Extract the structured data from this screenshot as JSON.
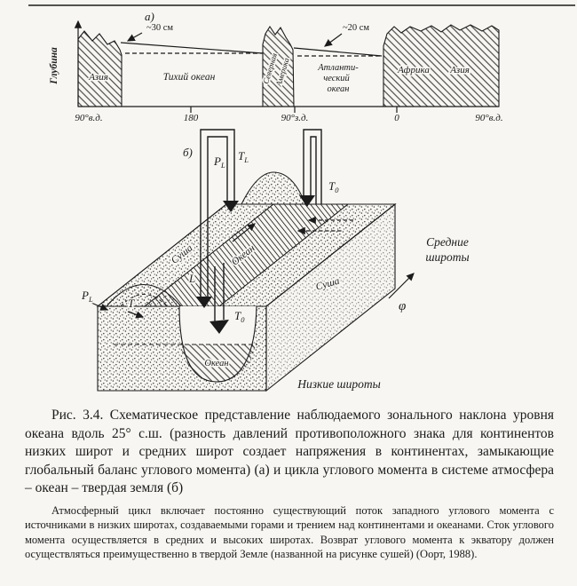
{
  "figure": {
    "panel_a": {
      "label": "а)",
      "y_axis": "Глубина",
      "asia_left": "Азия",
      "pacific": "Тихий океан",
      "north_america_1": "Северная",
      "north_america_2": "Америка",
      "atlantic_line1": "Атланти-",
      "atlantic_line2": "ческий",
      "atlantic_line3": "океан",
      "africa": "Африка",
      "asia_right": "Азия",
      "ann_pacific": "~30 см",
      "ann_atlantic": "~20 см",
      "x_ticks": [
        "90°в.д.",
        "180",
        "90°з.д.",
        "0",
        "90°в.д."
      ]
    },
    "panel_b": {
      "label": "б)",
      "land_left": "Суша",
      "ocean_top": "Океан",
      "land_right": "Суша",
      "ocean_front": "Океан",
      "mid_lat_line1": "Средние",
      "mid_lat_line2": "широты",
      "low_lat": "Низкие широты",
      "phi": "φ",
      "sym": {
        "pl_top": {
          "m": "P",
          "s": "L"
        },
        "tl_top": {
          "m": "T",
          "s": "L"
        },
        "t0_top": {
          "m": "T",
          "s": "0"
        },
        "t0_basin": {
          "m": "T",
          "s": "0"
        },
        "pl_low": {
          "m": "P",
          "s": "L"
        },
        "t_low": {
          "m": "T",
          "s": ""
        },
        "l_side": {
          "m": "L",
          "s": ""
        }
      }
    }
  },
  "caption": {
    "text": "Рис. 3.4. Схематическое представление наблюдаемого зонального наклона уровня океана вдоль 25° с.ш. (разность давлений противоположного знака для континентов низких широт и средних широт создает напряжения в континентах, замыкающие глобальный баланс углового момента) (а) и цикла углового момента в системе атмосфера – океан – твердая земля (б)"
  },
  "note": {
    "text": "Атмосферный цикл включает постоянно существующий поток западного углового момента с источниками в низких широтах, создаваемыми горами и трением над континентами и океанами. Сток углового момента осуществляется в средних и высоких широтах. Возврат углового момента к экватору должен осуществляться преимущественно в твердой Земле (названной на рисунке сушей) (Оорт, 1988)."
  }
}
